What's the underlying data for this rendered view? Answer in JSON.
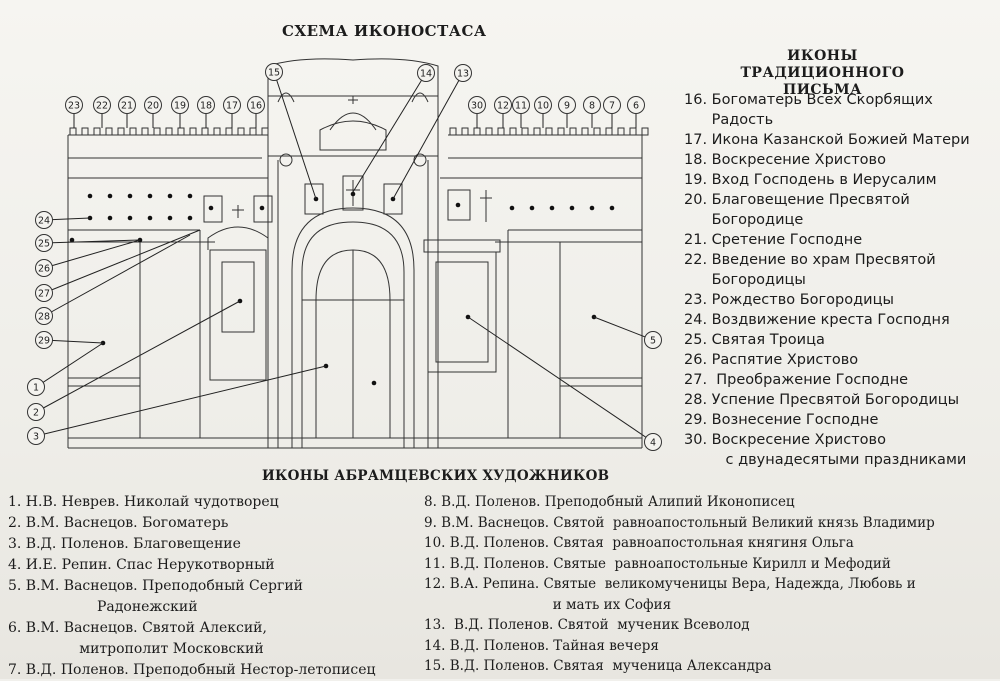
{
  "title": "СХЕМА ИКОНОСТАСА",
  "right_title": [
    "ИКОНЫ",
    "ТРАДИЦИОННОГО ПИСЬМА"
  ],
  "traditional_icons": [
    "16. Богоматерь Всех Скорбящих",
    "      Радость",
    "17. Икона Казанской Божией Матери",
    "18. Воскресение Христово",
    "19. Вход Господень в Иерусалим",
    "20. Благовещение Пресвятой",
    "      Богородице",
    "21. Сретение Господне",
    "22. Введение во храм Пресвятой",
    "      Богородицы",
    "23. Рождество Богородицы",
    "24. Воздвижение креста Господня",
    "25. Святая Троица",
    "26. Распятие Христово",
    "27.  Преображение Господне",
    "28. Успение Пресвятой Богородицы",
    "29. Вознесение Господне",
    "30. Воскресение Христово",
    "         с двунадесятыми праздниками"
  ],
  "bottom_title": "ИКОНЫ АБРАМЦЕВСКИХ ХУДОЖНИКОВ",
  "abramtsevo_left": [
    "1. Н.В. Неврев. Николай чудотворец",
    "2. В.М. Васнецов. Богоматерь",
    "3. В.Д. Поленов. Благовещение",
    "4. И.Е. Репин. Спас Нерукотворный",
    "5. В.М. Васнецов. Преподобный Сергий",
    "                    Радонежский",
    "6. В.М. Васнецов. Святой Алексий,",
    "                митрополит Московский",
    "7. В.Д. Поленов. Преподобный Нестор-летописец"
  ],
  "abramtsevo_right": [
    "8. В.Д. Поленов. Преподобный Алипий Иконописец",
    "9. В.М. Васнецов. Святой  равноапостольный Великий князь Владимир",
    "10. В.Д. Поленов. Святая  равноапостольная княгиня Ольга",
    "11. В.Д. Поленов. Святые  равноапостольные Кирилл и Мефодий",
    "12. В.А. Репина. Святые  великомученицы Вера, Надежда, Любовь и",
    "                              и мать их София",
    "13.  В.Д. Поленов. Святой  мученик Всеволод",
    "14. В.Д. Поленов. Тайная вечеря",
    "15. В.Д. Поленов. Святая  мученица Александра"
  ],
  "diagram": {
    "top_left_numbers": [
      "23",
      "22",
      "21",
      "20",
      "19",
      "18",
      "17",
      "16"
    ],
    "top_center_numbers": [
      "15",
      "14",
      "13"
    ],
    "top_right_numbers": [
      "30",
      "12",
      "11",
      "10",
      "9",
      "8",
      "7",
      "6"
    ],
    "left_side_numbers": [
      "24",
      "25",
      "26",
      "27",
      "28",
      "29"
    ],
    "bottom_left_numbers": [
      "1",
      "2",
      "3"
    ],
    "right_side_numbers": [
      "5",
      "4"
    ]
  }
}
